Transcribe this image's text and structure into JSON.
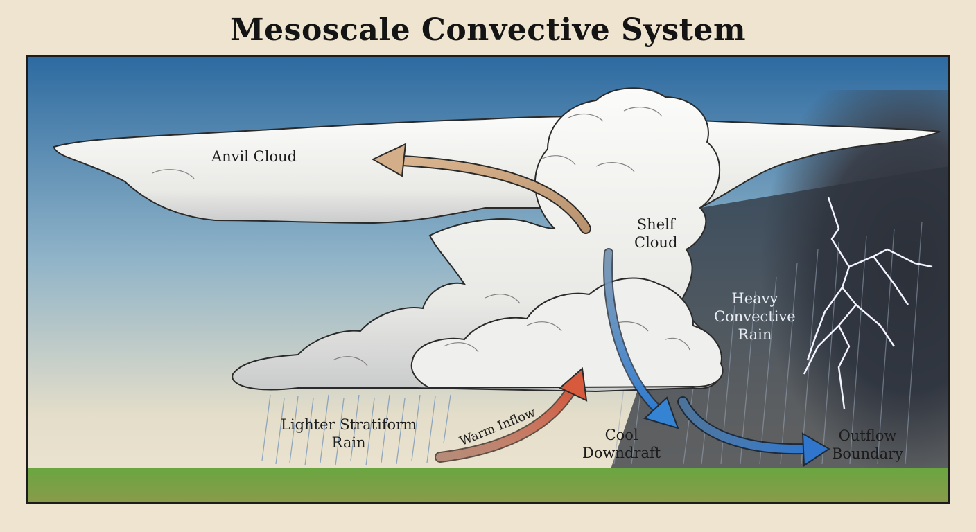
{
  "title": "Mesoscale Convective System",
  "labels": {
    "anvil_cloud": "Anvil Cloud",
    "shelf_cloud_line1": "Shelf",
    "shelf_cloud_line2": "Cloud",
    "heavy_rain_line1": "Heavy",
    "heavy_rain_line2": "Convective",
    "heavy_rain_line3": "Rain",
    "stratiform_rain_line1": "Lighter Stratiform",
    "stratiform_rain_line2": "Rain",
    "warm_inflow": "Warm Inflow",
    "cool_downdraft_line1": "Cool",
    "cool_downdraft_line2": "Downdraft",
    "outflow_line1": "Outflow",
    "outflow_line2": "Boundary"
  },
  "colors": {
    "paper": "#efe4cf",
    "sky_top": "#2f6fa3",
    "sky_bottom": "#e8e2d0",
    "storm_dark": "#2b2f38",
    "ground": "#5f9a3c",
    "anvil_arrow": "#c9a27d",
    "warm_arrow": "#d9664a",
    "cool_arrow": "#3c86d0"
  }
}
